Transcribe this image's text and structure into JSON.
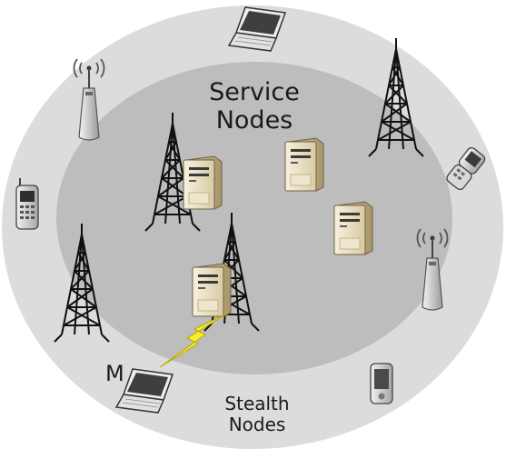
{
  "diagram": {
    "inner_zone_label": "Service\nNodes",
    "outer_zone_label": "Stealth\nNodes",
    "mobile_node_label": "M",
    "colors": {
      "outer_zone": "#dcdcdc",
      "inner_zone": "#bdbdbd",
      "server": "#e9dfc3",
      "lightning": "#f5ee2a"
    },
    "icons": [
      "server-icon",
      "cell-tower-icon",
      "antenna-icon",
      "laptop-icon",
      "mobile-phone-icon",
      "flip-phone-icon",
      "pda-icon",
      "lightning-link-icon"
    ]
  }
}
